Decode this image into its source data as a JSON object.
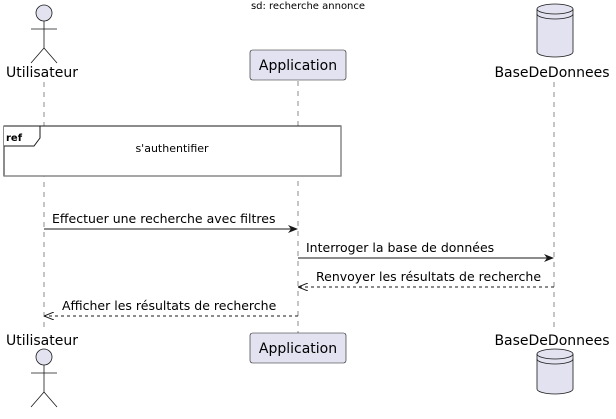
{
  "diagram": {
    "title": "sd: recherche annonce",
    "participants": [
      {
        "id": "user",
        "label": "Utilisateur",
        "kind": "actor"
      },
      {
        "id": "app",
        "label": "Application",
        "kind": "participant"
      },
      {
        "id": "db",
        "label": "BaseDeDonnees",
        "kind": "database"
      }
    ],
    "ref": {
      "tag": "ref",
      "text": "s'authentifier"
    },
    "messages": [
      {
        "from": "user",
        "to": "app",
        "text": "Effectuer une recherche avec filtres",
        "style": "sync"
      },
      {
        "from": "app",
        "to": "db",
        "text": "Interroger la base de données",
        "style": "sync"
      },
      {
        "from": "db",
        "to": "app",
        "text": "Renvoyer les résultats de recherche",
        "style": "reply"
      },
      {
        "from": "app",
        "to": "user",
        "text": "Afficher les résultats de recherche",
        "style": "reply"
      }
    ],
    "colors": {
      "participant_fill": "#E2E2F0",
      "participant_border": "#181818",
      "lifeline": "#181818"
    }
  }
}
